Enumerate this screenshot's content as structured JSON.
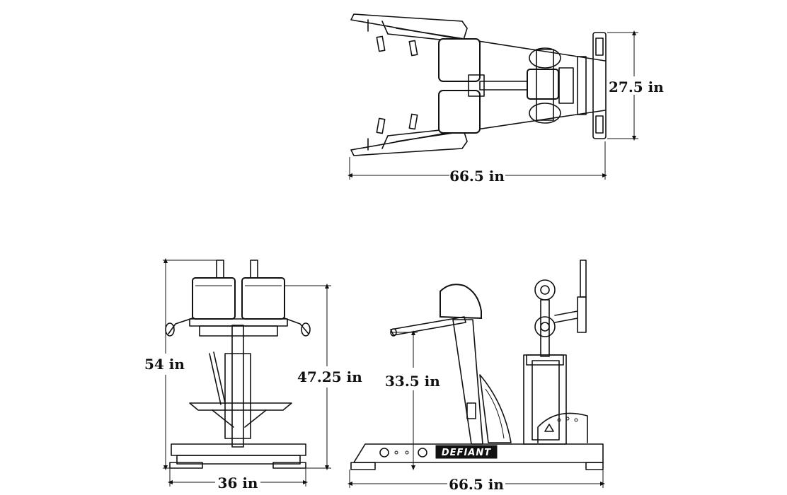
{
  "views": {
    "top": {
      "dim_length": "66.5 in",
      "dim_width": "27.5 in"
    },
    "front": {
      "dim_height_total": "54 in",
      "dim_height_pad": "47.25 in",
      "dim_width": "36 in"
    },
    "side": {
      "dim_height_handle": "33.5 in",
      "dim_length": "66.5 in",
      "brand_logo": "DEFIANT"
    }
  },
  "colors": {
    "line": "#111111",
    "background": "#ffffff"
  }
}
